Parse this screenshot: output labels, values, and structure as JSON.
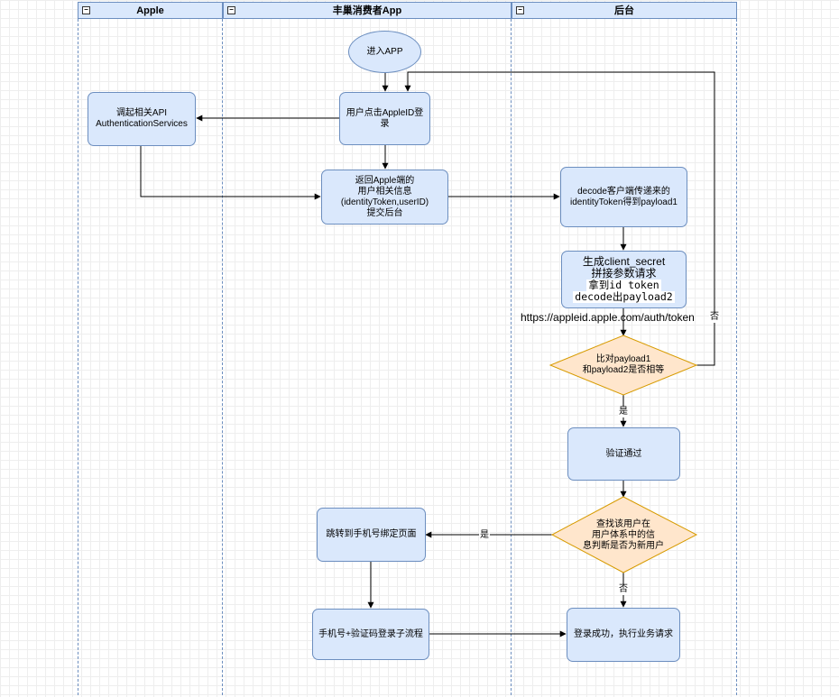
{
  "lanes": [
    {
      "title": "Apple"
    },
    {
      "title": "丰巢消费者App"
    },
    {
      "title": "后台"
    }
  ],
  "nodes": {
    "enter_app": "进入APP",
    "user_click_login": "用户点击AppleID登\n录",
    "invoke_api": "调起相关API\nAuthenticationServices",
    "return_info": "返回Apple端的\n用户相关信息\n(identityToken,userID)\n提交后台",
    "decode_token": "decode客户端传递来的\nidentityToken得到payload1",
    "generate_secret_line1": "生成client_secret",
    "generate_secret_line2": "拼接参数请求",
    "generate_secret_line3": "拿到id token",
    "generate_secret_line4": "decode出payload2",
    "compare_payload": "比对payload1\n和payload2是否相等",
    "verify_pass": "验证通过",
    "find_user": "查找该用户在\n用户体系中的信\n息判断是否为新用户",
    "jump_bind_phone": "跳转到手机号绑定页面",
    "phone_login": "手机号+验证码登录子流程",
    "login_success": "登录成功，执行业务请求"
  },
  "edge_labels": {
    "url": "https://appleid.apple.com/auth/token",
    "compare_no": "否",
    "compare_yes": "是",
    "find_yes": "是",
    "find_no": "否"
  },
  "colors": {
    "process_fill": "#dae8fc",
    "process_stroke": "#6c8ebf",
    "decision_fill": "#ffe6cc",
    "decision_stroke": "#d79b00"
  }
}
